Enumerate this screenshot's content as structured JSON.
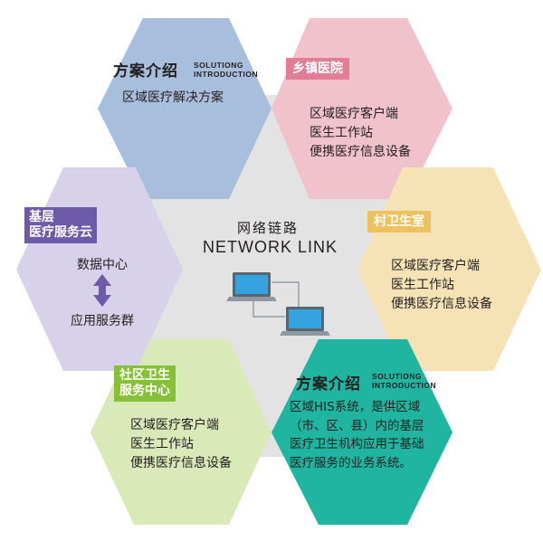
{
  "colors": {
    "hub": "#e3e3e3",
    "top_left": "#a7bfdc",
    "top_right": "#efc2cc",
    "top_right_tag": "#e27d95",
    "right": "#f5e3b5",
    "right_tag": "#eec15f",
    "bottom_right": "#1fb5a0",
    "bottom_left": "#d9e9b8",
    "bottom_left_tag": "#86c03a",
    "left": "#d7d1e9",
    "left_tag": "#6d5aa8"
  },
  "center": {
    "title_cn": "网络链路",
    "title_en": "NETWORK LINK"
  },
  "top_left": {
    "title": "方案介绍",
    "subtitle_1": "SOLUTIONG",
    "subtitle_2": "INTRODUCTION",
    "lines": [
      "区域医疗解决方案"
    ]
  },
  "top_right": {
    "tag": "乡镇医院",
    "lines": [
      "区域医疗客户端",
      "医生工作站",
      "便携医疗信息设备"
    ]
  },
  "right": {
    "tag": "村卫生室",
    "lines": [
      "区域医疗客户端",
      "医生工作站",
      "便携医疗信息设备"
    ]
  },
  "bottom_right": {
    "title": "方案介绍",
    "subtitle_1": "SOLUTIONG",
    "subtitle_2": "INTRODUCTION",
    "lines": [
      "区域HIS系统，是供区域",
      "（市、区、县）内的基层",
      "医疗卫生机构应用于基础",
      "医疗服务的业务系统。"
    ]
  },
  "bottom_left": {
    "tag_1": "社区卫生",
    "tag_2": "服务中心",
    "lines": [
      "区域医疗客户端",
      "医生工作站",
      "便携医疗信息设备"
    ]
  },
  "left": {
    "tag_1": "基层",
    "tag_2": "医疗服务云",
    "top_label": "数据中心",
    "bottom_label": "应用服务群"
  },
  "icons": [
    "computer-icon",
    "computer-icon",
    "double-arrow-icon"
  ]
}
